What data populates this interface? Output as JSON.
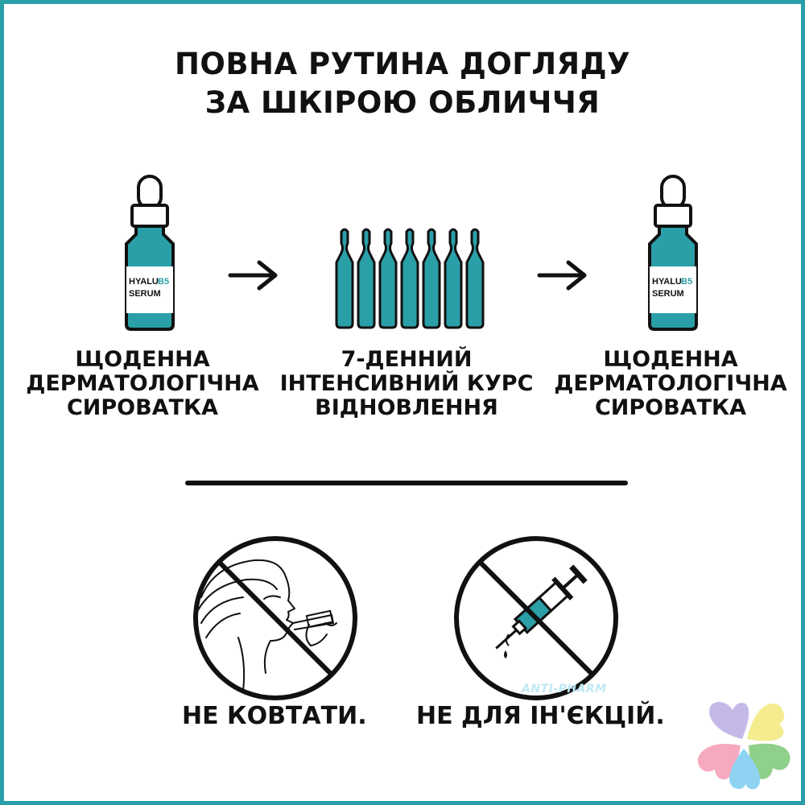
{
  "title": {
    "line1": "ПОВНА РУТИНА ДОГЛЯДУ",
    "line2": "ЗА ШКІРОЮ ОБЛИЧЧЯ"
  },
  "steps": [
    {
      "lines": [
        "ЩОДЕННА",
        "ДЕРМАТОЛОГІЧНА",
        "СИРОВАТКА"
      ]
    },
    {
      "lines": [
        "7-ДЕННИЙ",
        "ІНТЕНСИВНИЙ КУРС",
        "ВІДНОВЛЕННЯ"
      ]
    },
    {
      "lines": [
        "ЩОДЕННА",
        "ДЕРМАТОЛОГІЧНА",
        "СИРОВАТКА"
      ]
    }
  ],
  "bottle_label": {
    "line1": "HYALU",
    "accent": "B5",
    "line2": "SERUM"
  },
  "warnings": {
    "no_swallow": "НЕ КОВТАТИ.",
    "no_injection": "НЕ ДЛЯ ІН'ЄКЦІЙ."
  },
  "watermark": "ANTI-PHARM",
  "colors": {
    "teal": "#2b9fa7",
    "dark": "#111111",
    "frame": "#2b9fa7"
  },
  "icons": [
    "serum-bottle-icon",
    "arrow-right-icon",
    "ampoules-icon",
    "no-swallow-icon",
    "no-injection-icon",
    "clover-logo-icon"
  ]
}
